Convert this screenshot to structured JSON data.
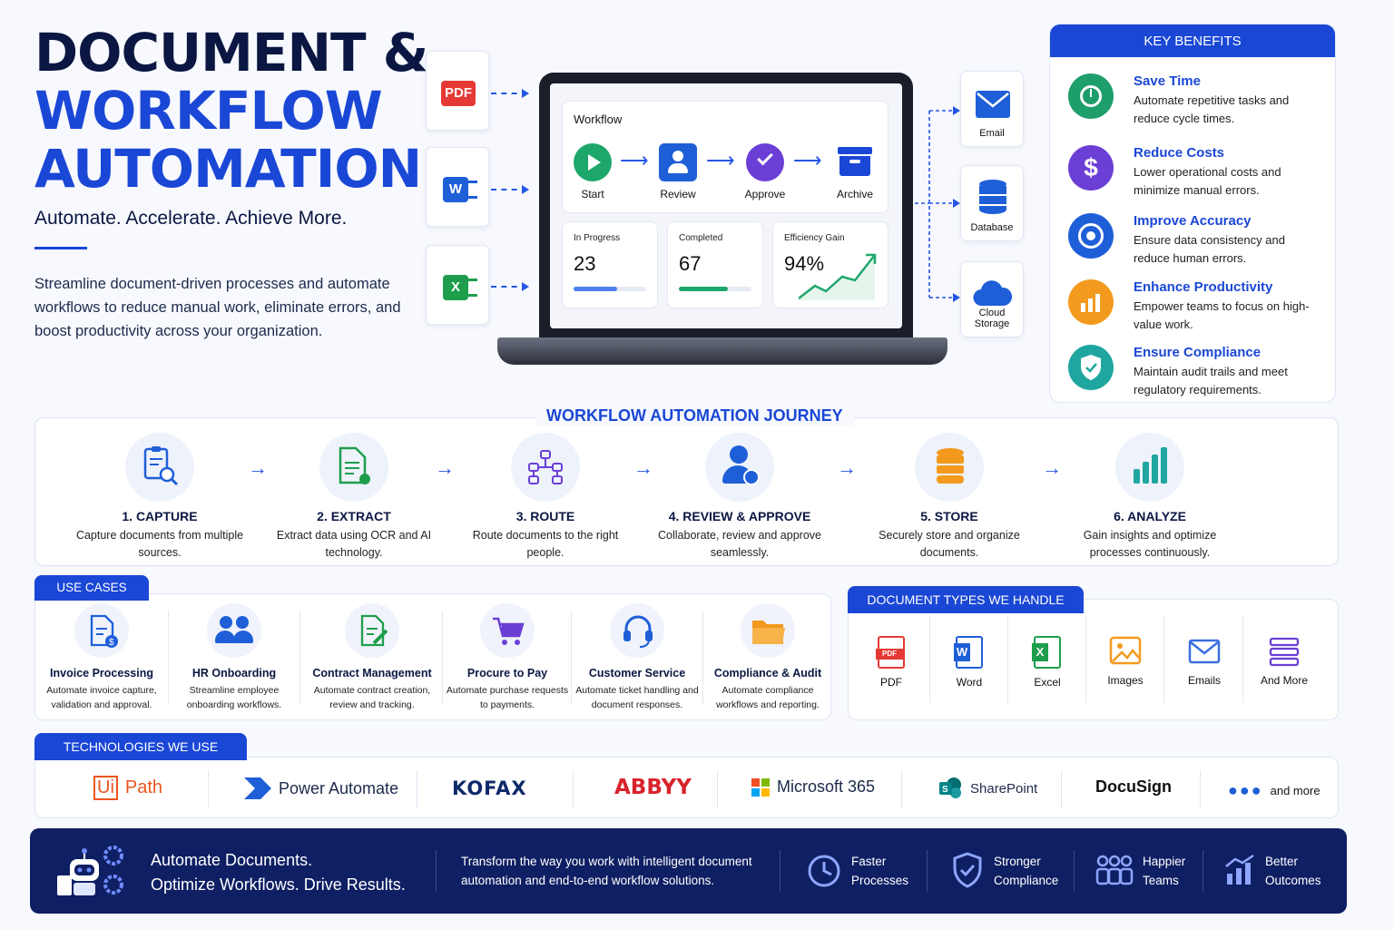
{
  "header": {
    "title_line1": "DOCUMENT &",
    "title_line2": "WORKFLOW",
    "title_line3": "AUTOMATION",
    "tagline": "Automate. Accelerate. Achieve More.",
    "description": "Streamline document-driven processes and automate workflows to reduce manual work, eliminate errors, and boost productivity across your organization."
  },
  "input_files": [
    {
      "label": "PDF",
      "icon": "pdf-file-icon",
      "color": "#e53935"
    },
    {
      "label": "W",
      "icon": "word-file-icon",
      "color": "#1e5fd8"
    },
    {
      "label": "X",
      "icon": "excel-file-icon",
      "color": "#1e9e4c"
    }
  ],
  "workflow": {
    "title": "Workflow",
    "steps": [
      {
        "label": "Start",
        "icon": "play-icon",
        "color": "#1ea76a"
      },
      {
        "label": "Review",
        "icon": "user-icon",
        "color": "#1e5fd8"
      },
      {
        "label": "Approve",
        "icon": "check-icon",
        "color": "#6b3fd6"
      },
      {
        "label": "Archive",
        "icon": "archive-box-icon",
        "color": "#1a47d6"
      }
    ],
    "stats": [
      {
        "label": "In Progress",
        "value": "23",
        "progress": 0.6,
        "color": "#4d7ff0"
      },
      {
        "label": "Completed",
        "value": "67",
        "progress": 0.67,
        "color": "#1ea76a"
      },
      {
        "label": "Efficiency Gain",
        "value": "94%"
      }
    ]
  },
  "destinations": [
    {
      "label": "Email",
      "icon": "envelope-icon"
    },
    {
      "label": "Database",
      "icon": "database-icon"
    },
    {
      "label": "Cloud Storage",
      "icon": "cloud-icon"
    }
  ],
  "key_benefits": {
    "heading": "KEY BENEFITS",
    "items": [
      {
        "title": "Save Time",
        "desc": "Automate repetitive tasks and reduce cycle times.",
        "icon": "clock-icon",
        "color": "#1e9e6a"
      },
      {
        "title": "Reduce Costs",
        "desc": "Lower operational costs and minimize manual errors.",
        "icon": "dollar-icon",
        "color": "#6b3fd6"
      },
      {
        "title": "Improve Accuracy",
        "desc": "Ensure data consistency and reduce human errors.",
        "icon": "target-icon",
        "color": "#1e5fd8"
      },
      {
        "title": "Enhance Productivity",
        "desc": "Empower teams to focus on high-value work.",
        "icon": "growth-chart-icon",
        "color": "#f39a1e"
      },
      {
        "title": "Ensure Compliance",
        "desc": "Maintain audit trails and meet regulatory requirements.",
        "icon": "shield-check-icon",
        "color": "#1fa6a0"
      }
    ]
  },
  "journey": {
    "heading": "WORKFLOW AUTOMATION JOURNEY",
    "steps": [
      {
        "title": "1. CAPTURE",
        "desc": "Capture documents from multiple sources.",
        "icon": "clipboard-search-icon",
        "color": "#1e5fd8"
      },
      {
        "title": "2. EXTRACT",
        "desc": "Extract data using OCR and AI technology.",
        "icon": "document-extract-icon",
        "color": "#1e9e4c"
      },
      {
        "title": "3. ROUTE",
        "desc": "Route documents to the right people.",
        "icon": "route-nodes-icon",
        "color": "#6b3fd6"
      },
      {
        "title": "4. REVIEW & APPROVE",
        "desc": "Collaborate, review and approve seamlessly.",
        "icon": "user-check-icon",
        "color": "#1e5fd8"
      },
      {
        "title": "5. STORE",
        "desc": "Securely store and organize documents.",
        "icon": "storage-stack-icon",
        "color": "#f39a1e"
      },
      {
        "title": "6. ANALYZE",
        "desc": "Gain insights and optimize processes continuously.",
        "icon": "bar-chart-icon",
        "color": "#1fa6a0"
      }
    ]
  },
  "use_cases": {
    "heading": "USE CASES",
    "items": [
      {
        "title": "Invoice Processing",
        "desc": "Automate invoice capture, validation and approval.",
        "icon": "invoice-icon",
        "color": "#1e5fd8"
      },
      {
        "title": "HR Onboarding",
        "desc": "Streamline employee onboarding workflows.",
        "icon": "team-icon",
        "color": "#1e5fd8"
      },
      {
        "title": "Contract Management",
        "desc": "Automate contract creation, review and tracking.",
        "icon": "contract-icon",
        "color": "#1e9e4c"
      },
      {
        "title": "Procure to Pay",
        "desc": "Automate purchase requests to payments.",
        "icon": "cart-icon",
        "color": "#6b3fd6"
      },
      {
        "title": "Customer Service",
        "desc": "Automate ticket handling and document responses.",
        "icon": "headset-icon",
        "color": "#1e5fd8"
      },
      {
        "title": "Compliance & Audit",
        "desc": "Automate compliance workflows and reporting.",
        "icon": "folder-icon",
        "color": "#f39a1e"
      }
    ]
  },
  "document_types": {
    "heading": "DOCUMENT TYPES WE HANDLE",
    "items": [
      {
        "label": "PDF",
        "icon": "pdf-icon",
        "color": "#e53935"
      },
      {
        "label": "Word",
        "icon": "word-icon",
        "color": "#1e5fd8"
      },
      {
        "label": "Excel",
        "icon": "excel-icon",
        "color": "#1e9e4c"
      },
      {
        "label": "Images",
        "icon": "image-icon",
        "color": "#f39a1e"
      },
      {
        "label": "Emails",
        "icon": "email-icon",
        "color": "#3a6fe0"
      },
      {
        "label": "And More",
        "icon": "stack-icon",
        "color": "#6b3fd6"
      }
    ]
  },
  "technologies": {
    "heading": "TECHNOLOGIES WE USE",
    "items": [
      {
        "ui": "Ui",
        "path": "Path"
      },
      {
        "label": "Power Automate"
      },
      {
        "label": "KOFAX"
      },
      {
        "label": "ABBYY"
      },
      {
        "label": "Microsoft 365"
      },
      {
        "label": "SharePoint"
      },
      {
        "label": "DocuSign"
      },
      {
        "label": "and more"
      }
    ]
  },
  "footer": {
    "line1": "Automate Documents.",
    "line2": "Optimize Workflows. Drive Results.",
    "desc_line1": "Transform the way you work with intelligent document",
    "desc_line2": "automation and end-to-end workflow solutions.",
    "items": [
      {
        "l1": "Faster",
        "l2": "Processes",
        "icon": "clock-icon"
      },
      {
        "l1": "Stronger",
        "l2": "Compliance",
        "icon": "shield-icon"
      },
      {
        "l1": "Happier",
        "l2": "Teams",
        "icon": "team-icon"
      },
      {
        "l1": "Better",
        "l2": "Outcomes",
        "icon": "growth-icon"
      }
    ]
  }
}
